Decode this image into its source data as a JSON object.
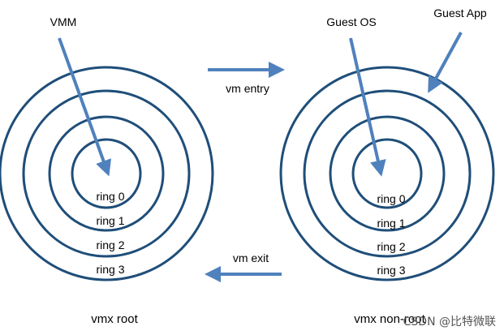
{
  "colors": {
    "ring_stroke": "#1f4e79",
    "arrow": "#4f81bd",
    "text": "#000000"
  },
  "left_diagram": {
    "pointer_label": "VMM",
    "rings": [
      "ring 0",
      "ring 1",
      "ring 2",
      "ring 3"
    ],
    "caption": "vmx root"
  },
  "right_diagram": {
    "pointer_label_os": "Guest OS",
    "pointer_label_app": "Guest App",
    "rings": [
      "ring 0",
      "ring 1",
      "ring 2",
      "ring 3"
    ],
    "caption": "vmx non-root"
  },
  "transitions": {
    "entry_label": "vm entry",
    "exit_label": "vm exit"
  },
  "watermark": {
    "text": "CSDN @比特微联"
  },
  "icons": {
    "entry_arrow": "arrow-right-icon",
    "exit_arrow": "arrow-left-icon"
  }
}
